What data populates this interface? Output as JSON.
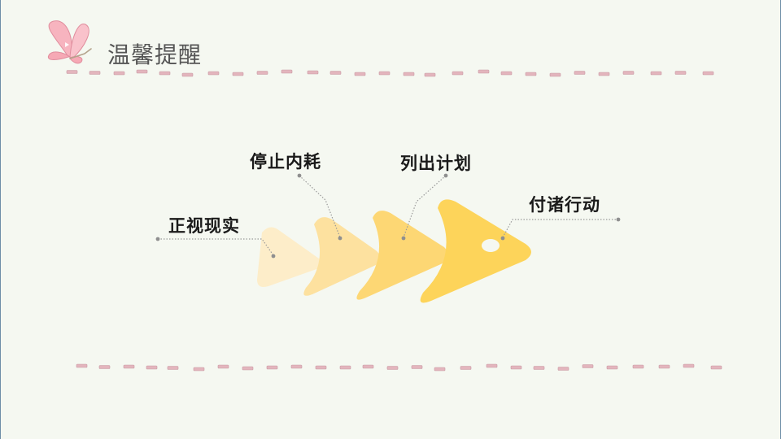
{
  "title": "温馨提醒",
  "steps": [
    {
      "label": "正视现实"
    },
    {
      "label": "停止内耗"
    },
    {
      "label": "列出计划"
    },
    {
      "label": "付诸行动"
    }
  ],
  "colors": {
    "background": "#f5f8f1",
    "dash": "#e3b5bd",
    "step1": "#fdedc9",
    "step2": "#fde19f",
    "step3": "#fdd774",
    "step4": "#fdd45a",
    "leader": "#8f8f8f",
    "butterfly": "#f6a9b5"
  },
  "icons": [
    "butterfly-icon"
  ]
}
